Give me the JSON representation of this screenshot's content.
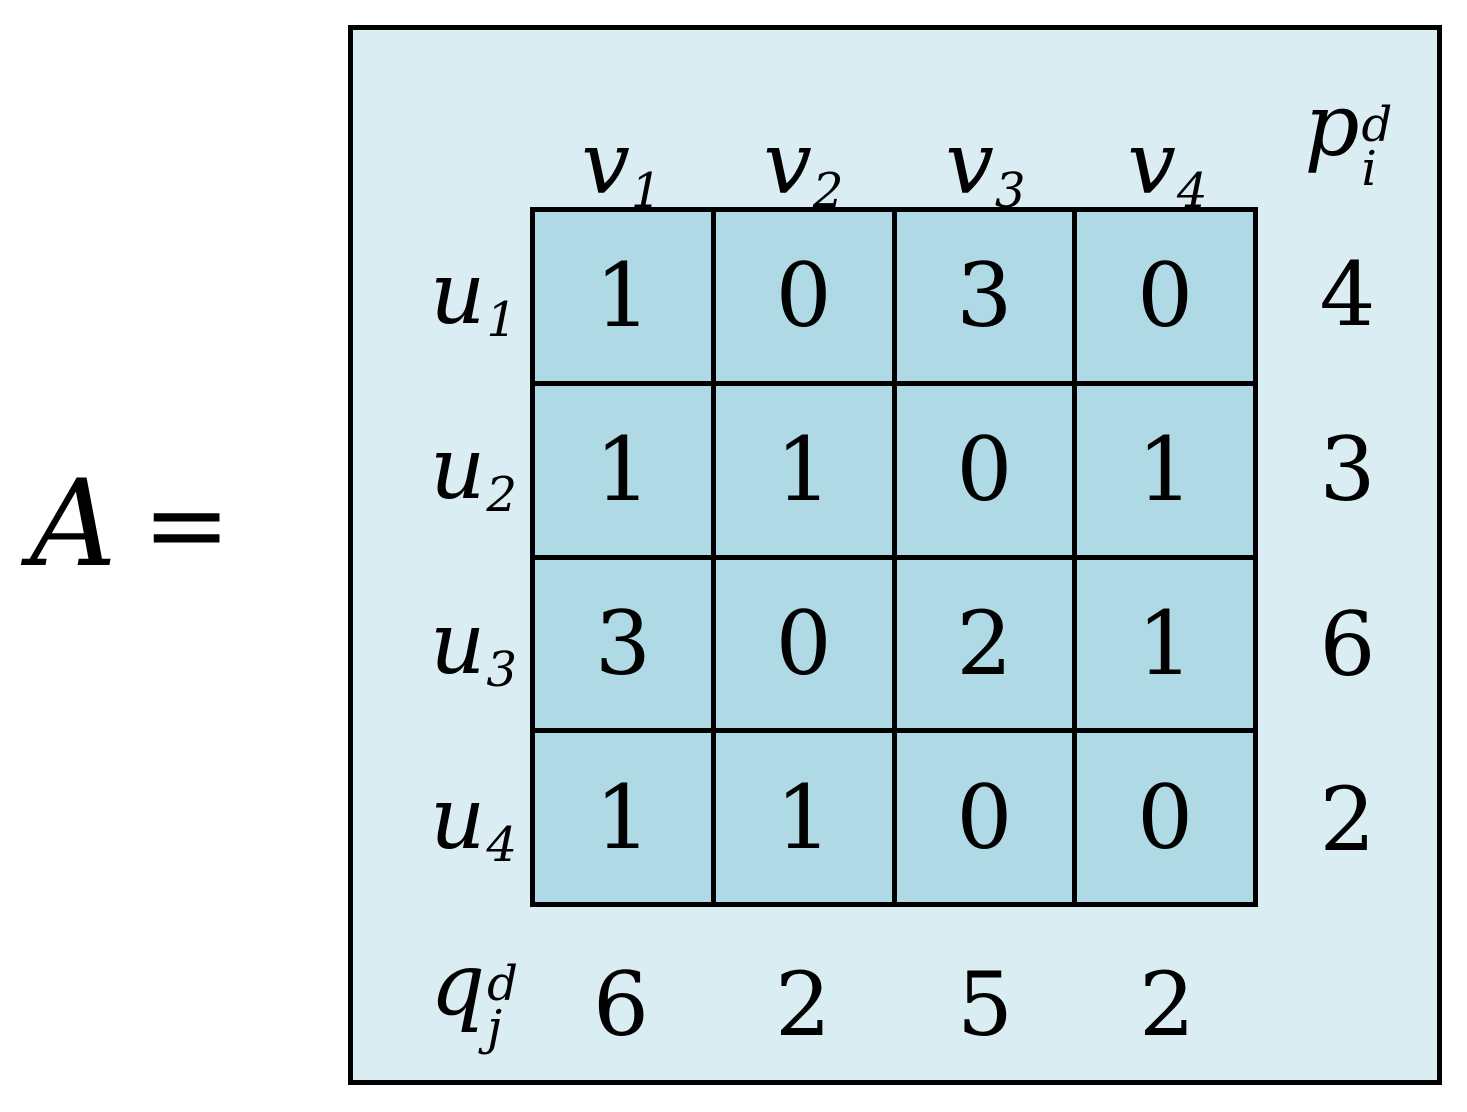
{
  "equation": {
    "matrix_name": "A",
    "equals": "="
  },
  "panel": {
    "background_color": "#daedf3",
    "cell_color": "#b0d9e6",
    "border_color": "#000000"
  },
  "column_headers": [
    {
      "base": "v",
      "sub": "1"
    },
    {
      "base": "v",
      "sub": "2"
    },
    {
      "base": "v",
      "sub": "3"
    },
    {
      "base": "v",
      "sub": "4"
    }
  ],
  "row_demand_header": {
    "base": "p",
    "sup": "d",
    "sub": "i"
  },
  "col_supply_header": {
    "base": "q",
    "sup": "d",
    "sub": "j"
  },
  "row_headers": [
    {
      "base": "u",
      "sub": "1"
    },
    {
      "base": "u",
      "sub": "2"
    },
    {
      "base": "u",
      "sub": "3"
    },
    {
      "base": "u",
      "sub": "4"
    }
  ],
  "matrix": {
    "rows": [
      [
        "1",
        "0",
        "3",
        "0"
      ],
      [
        "1",
        "1",
        "0",
        "1"
      ],
      [
        "3",
        "0",
        "2",
        "1"
      ],
      [
        "1",
        "1",
        "0",
        "0"
      ]
    ]
  },
  "row_totals": [
    "4",
    "3",
    "6",
    "2"
  ],
  "col_totals": [
    "6",
    "2",
    "5",
    "2"
  ],
  "chart_data": {
    "type": "table",
    "title": "A",
    "col_labels": [
      "v1",
      "v2",
      "v3",
      "v4"
    ],
    "row_labels": [
      "u1",
      "u2",
      "u3",
      "u4"
    ],
    "values": [
      [
        1,
        0,
        3,
        0
      ],
      [
        1,
        1,
        0,
        1
      ],
      [
        3,
        0,
        2,
        1
      ],
      [
        1,
        1,
        0,
        0
      ]
    ],
    "row_margin_label": "p_i^d",
    "row_margin": [
      4,
      3,
      6,
      2
    ],
    "col_margin_label": "q_j^d",
    "col_margin": [
      6,
      2,
      5,
      2
    ]
  }
}
